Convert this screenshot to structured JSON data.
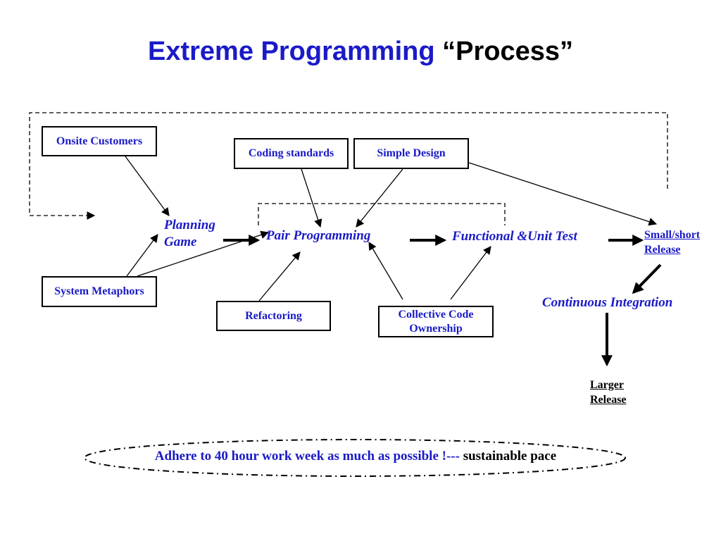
{
  "title": {
    "main": "Extreme Programming",
    "quoted": "“Process”"
  },
  "boxes": {
    "onsite_customers": "Onsite Customers",
    "coding_standards": "Coding standards",
    "simple_design": "Simple Design",
    "system_metaphors": "System Metaphors",
    "refactoring": "Refactoring",
    "collective_code_ownership": {
      "line1": "Collective Code",
      "line2": "Ownership"
    }
  },
  "stages": {
    "planning_game": {
      "line1": "Planning",
      "line2": "Game"
    },
    "pair_programming": "Pair Programming",
    "functional_unit_test": "Functional &Unit Test",
    "continuous_integration": "Continuous Integration"
  },
  "releases": {
    "small_short": {
      "line1": "Small/short",
      "line2": "Release"
    },
    "larger": {
      "line1": "Larger",
      "line2": "Release"
    }
  },
  "footer": {
    "text": "Adhere to 40 hour work week as much as possible !---",
    "emphasis": "sustainable pace"
  },
  "colors": {
    "accent": "#1a1ac8",
    "text": "#000000"
  }
}
